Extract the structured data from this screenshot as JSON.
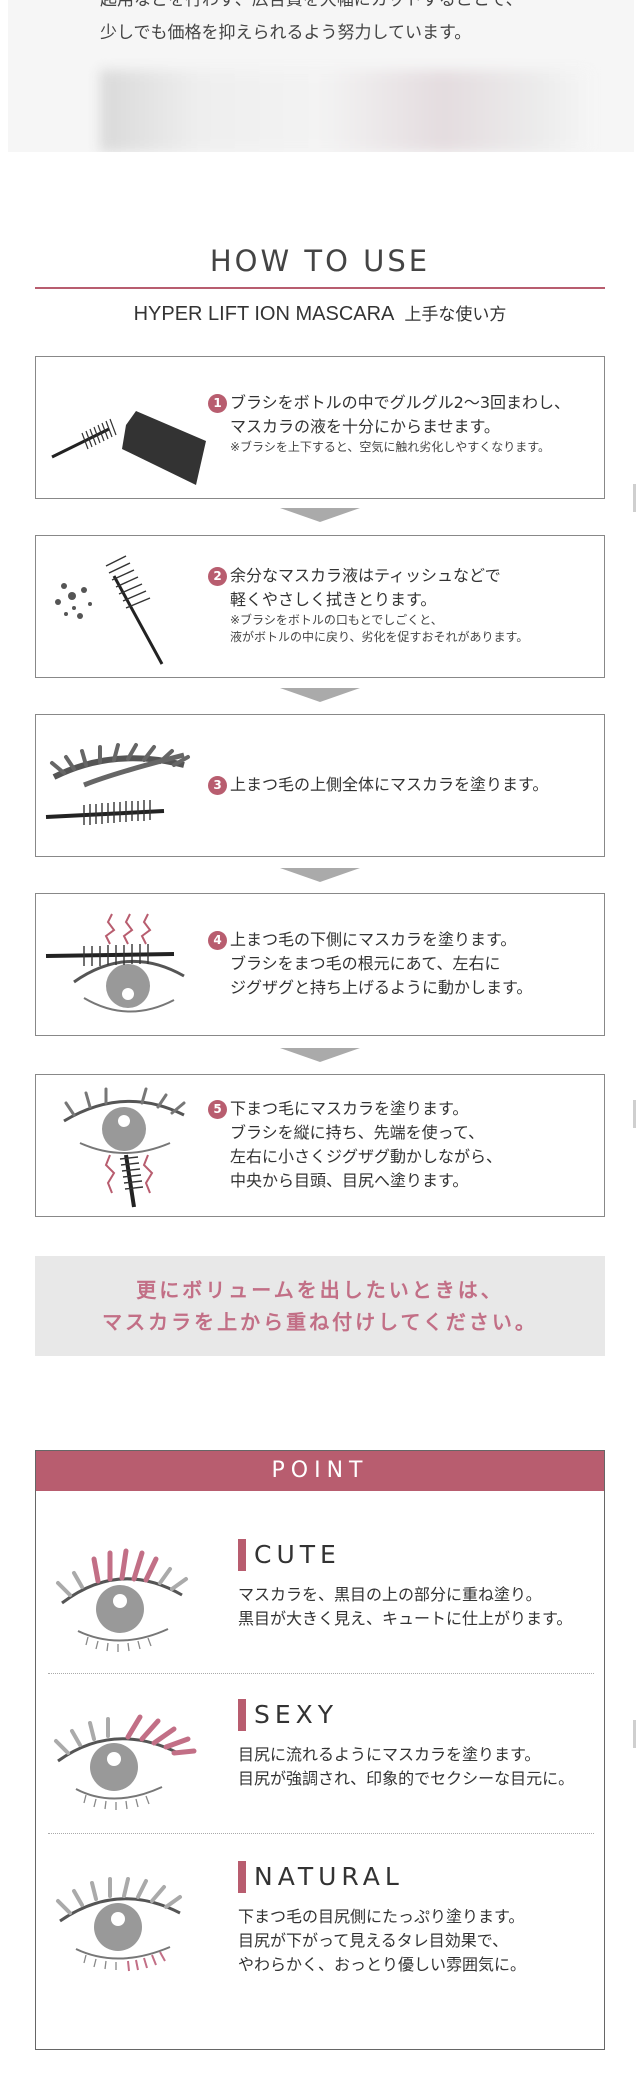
{
  "intro": {
    "line1": "起用などを行わず、広告費を大幅にカットすることで、",
    "line2": "少しでも価格を抑えられるよう努力しています。"
  },
  "howto": {
    "title": "HOW TO USE",
    "subtitle_en": "HYPER LIFT ION MASCARA",
    "subtitle_jp": "上手な使い方",
    "steps": [
      {
        "num": "1",
        "lines": [
          "ブラシをボトルの中でグルグル2〜3回まわし、",
          "マスカラの液を十分にからませます。"
        ],
        "note": [
          "※ブラシを上下すると、空気に触れ劣化しやすくなります。"
        ]
      },
      {
        "num": "2",
        "lines": [
          "余分なマスカラ液はティッシュなどで",
          "軽くやさしく拭きとります。"
        ],
        "note": [
          "※ブラシをボトルの口もとでしごくと、",
          "液がボトルの中に戻り、劣化を促すおそれがあります。"
        ]
      },
      {
        "num": "3",
        "lines": [
          "上まつ毛の上側全体にマスカラを塗ります。"
        ],
        "note": []
      },
      {
        "num": "4",
        "lines": [
          "上まつ毛の下側にマスカラを塗ります。",
          "ブラシをまつ毛の根元にあて、左右に",
          "ジグザグと持ち上げるように動かします。"
        ],
        "note": []
      },
      {
        "num": "5",
        "lines": [
          "下まつ毛にマスカラを塗ります。",
          "ブラシを縦に持ち、先端を使って、",
          "左右に小さくジグザグ動かしながら、",
          "中央から目頭、目尻へ塗ります。"
        ],
        "note": []
      }
    ],
    "callout": [
      "更にボリュームを出したいときは、",
      "マスカラを上から重ね付けしてください。"
    ]
  },
  "point": {
    "title": "POINT",
    "items": [
      {
        "title": "CUTE",
        "desc": [
          "マスカラを、黒目の上の部分に重ね塗り。",
          "黒目が大きく見え、キュートに仕上がります。"
        ]
      },
      {
        "title": "SEXY",
        "desc": [
          "目尻に流れるようにマスカラを塗ります。",
          "目尻が強調され、印象的でセクシーな目元に。"
        ]
      },
      {
        "title": "NATURAL",
        "desc": [
          "下まつ毛の目尻側にたっぷり塗ります。",
          "目尻が下がって見えるタレ目効果で、",
          "やわらかく、おっとり優しい雰囲気に。"
        ]
      }
    ]
  },
  "colors": {
    "accent": "#b85d6f",
    "callout_text": "#c26f86",
    "callout_bg": "#e8e8e8",
    "arrow": "#aaaaaa"
  }
}
